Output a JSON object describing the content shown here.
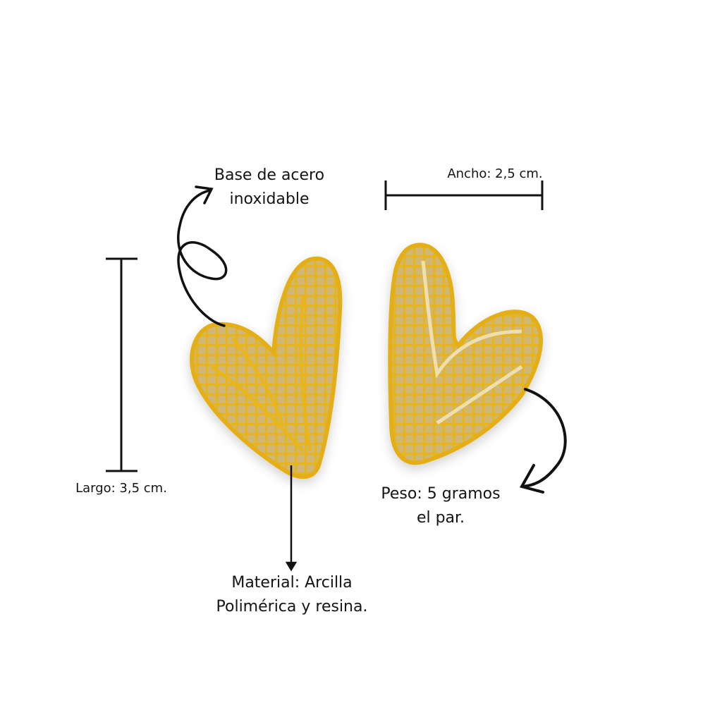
{
  "product": {
    "description": "Pair of yellow heart-shaped earrings with gold leaf-vein pattern",
    "colors": {
      "clay": "#E9B81E",
      "gold": "#C8B37A",
      "background": "#FFFFFF",
      "ink": "#111111"
    }
  },
  "annotations": {
    "base": {
      "line1": "Base de acero",
      "line2": "inoxidable"
    },
    "width": {
      "text": "Ancho: 2,5 cm."
    },
    "length": {
      "text": "Largo: 3,5 cm."
    },
    "weight": {
      "line1": "Peso: 5 gramos",
      "line2": "el par."
    },
    "material": {
      "line1": "Material: Arcilla",
      "line2": "Polimérica y resina."
    }
  }
}
